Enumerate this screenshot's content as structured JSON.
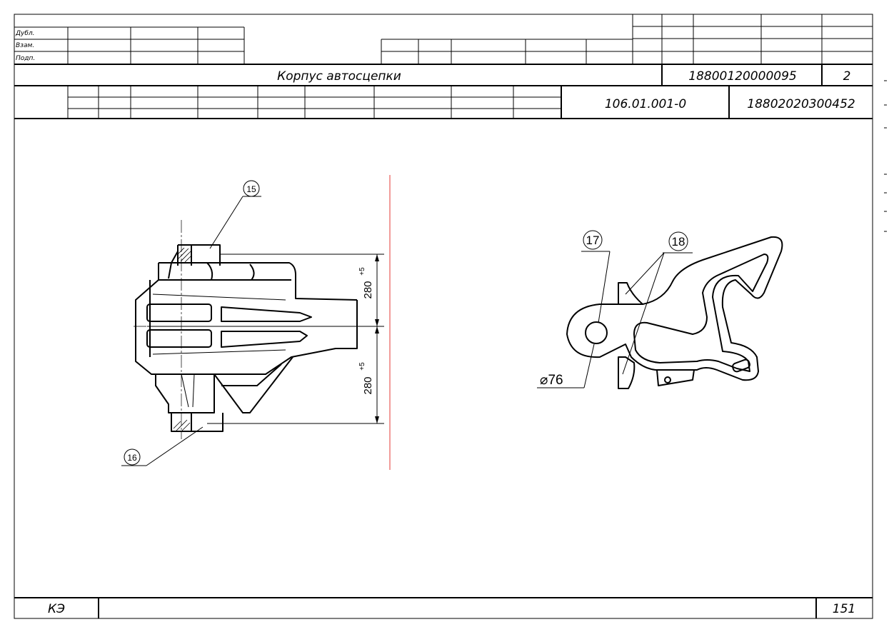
{
  "stamp": {
    "row_labels": [
      "Дубл.",
      "Взам.",
      "Подп."
    ],
    "title": "Корпус автосцепки",
    "doc_code": "18800120000095",
    "sheet_no": "2",
    "designation": "106.01.001-0",
    "reg_code": "18802020300452"
  },
  "bottom": {
    "form_code": "КЭ",
    "page_no": "151"
  },
  "views": {
    "left": {
      "callout_top": "15",
      "callout_bottom": "16",
      "dim_upper": "280",
      "dim_upper_tol": "+5",
      "dim_lower": "280",
      "dim_lower_tol": "+5"
    },
    "right": {
      "callout_a": "17",
      "callout_b": "18",
      "dim_diameter": "⌀76"
    }
  }
}
